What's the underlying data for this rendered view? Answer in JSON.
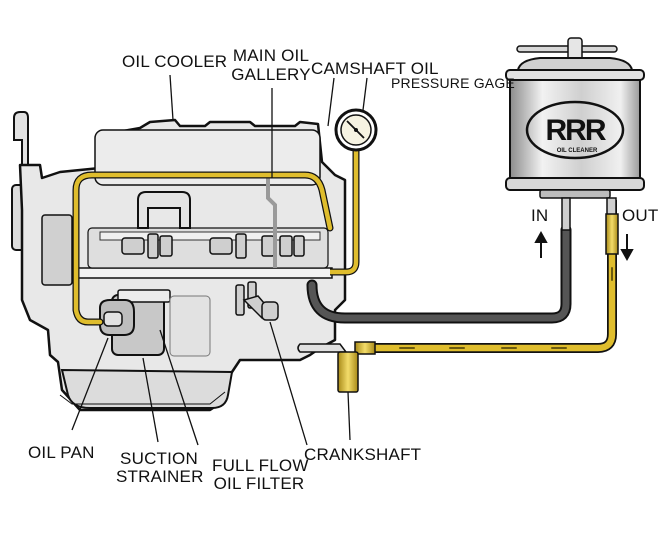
{
  "title": "Engine lubrication system with external oil filter",
  "labels": {
    "oil_cooler": "OIL COOLER",
    "main_oil_gallery_1": "MAIN OIL",
    "main_oil_gallery_2": "GALLERY",
    "camshaft_oil": "CAMSHAFT OIL",
    "pressure_gage": "PRESSURE GAGE",
    "in": "IN",
    "out": "OUT",
    "oil_pan": "OIL PAN",
    "suction_strainer_1": "SUCTION",
    "suction_strainer_2": "STRAINER",
    "full_flow_oil_filter_1": "FULL FLOW",
    "full_flow_oil_filter_2": "OIL FILTER",
    "crankshaft": "CRANKSHAFT"
  },
  "filter_logo": {
    "mark": "RRR",
    "subtext": "OIL CLEANER"
  },
  "colors": {
    "engine_body": "#e6e6e6",
    "oil_line": "#d8b52a",
    "hose": "#4a4a4a",
    "outline": "#111111",
    "gauge_face": "#f6f3e2"
  }
}
